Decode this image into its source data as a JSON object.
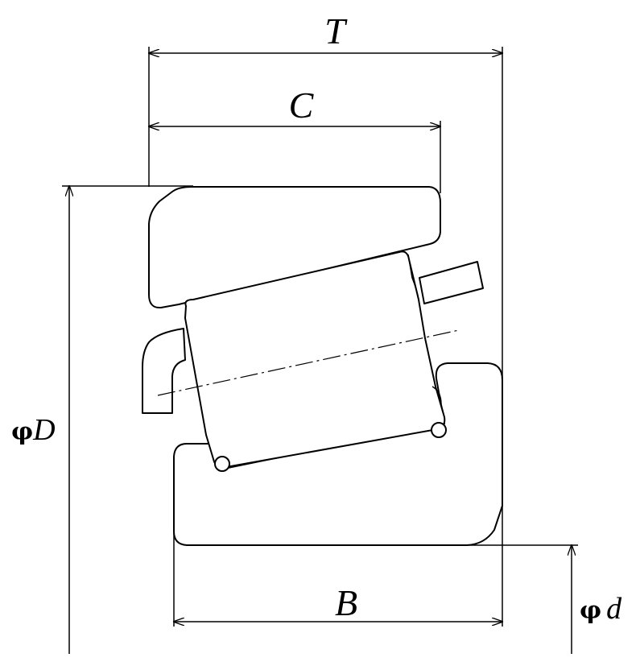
{
  "labels": {
    "T": "T",
    "C": "C",
    "B": "B",
    "phi_D_symbol": "φ",
    "phi_D_letter": "D",
    "phi_d_symbol": "φ",
    "phi_d_letter": "d"
  }
}
